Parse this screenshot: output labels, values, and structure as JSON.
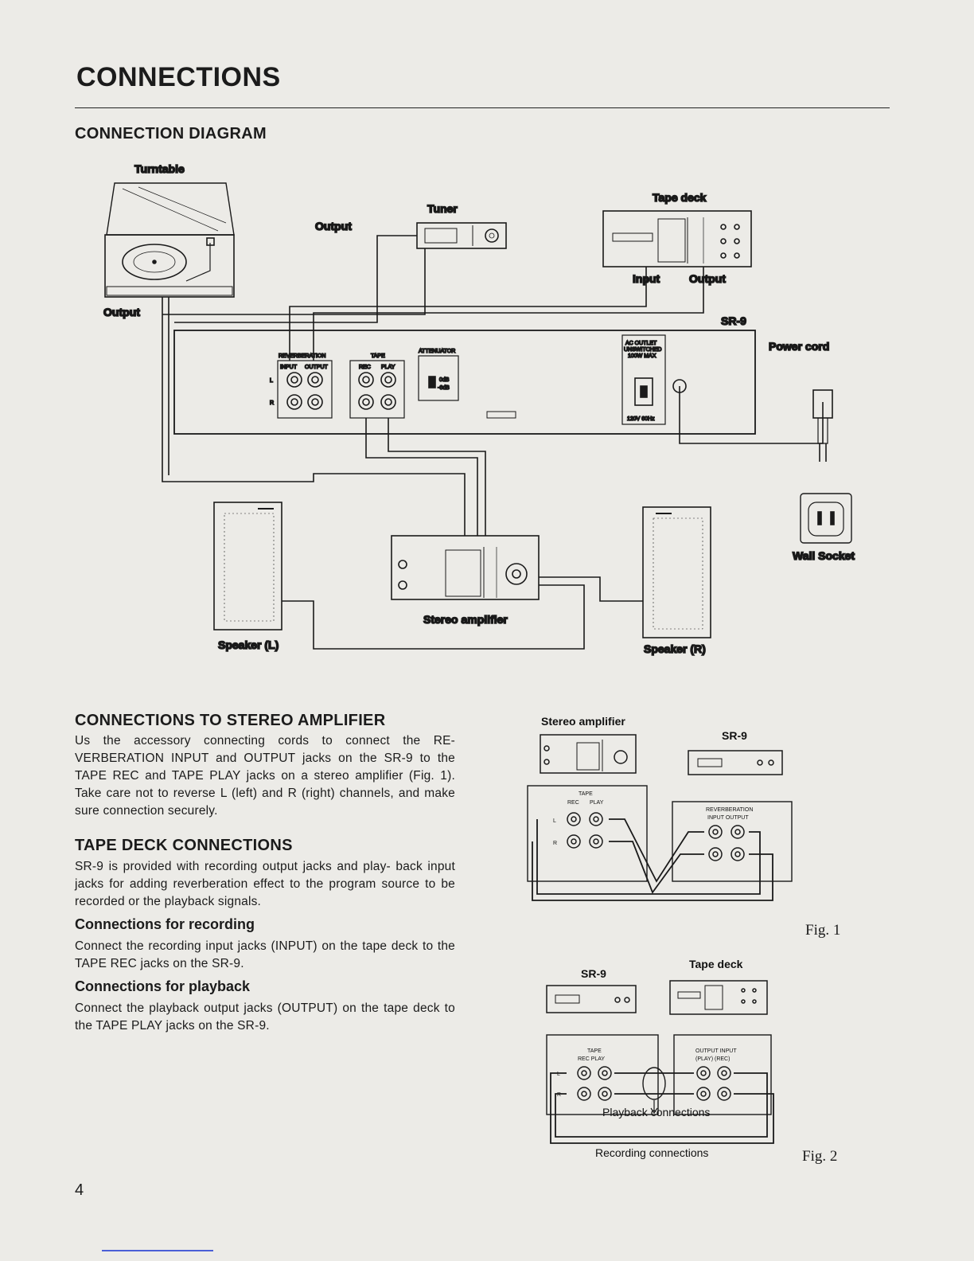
{
  "page": {
    "title": "CONNECTIONS",
    "page_number": "4"
  },
  "diagram": {
    "heading": "CONNECTION DIAGRAM",
    "labels": {
      "turntable": "Turntable",
      "turntable_output": "Output",
      "tuner": "Tuner",
      "tuner_output": "Output",
      "tape_deck": "Tape deck",
      "tape_input": "Input",
      "tape_output": "Output",
      "sr9": "SR-9",
      "power_cord": "Power cord",
      "wall_socket": "Wall Socket",
      "stereo_amplifier": "Stereo amplifier",
      "speaker_left": "Speaker (L)",
      "speaker_right": "Speaker (R)"
    },
    "panel": {
      "reverberation": "REVERBERATION",
      "input": "INPUT",
      "output": "OUTPUT",
      "tape": "TAPE",
      "rec": "REC",
      "play": "PLAY",
      "attenuator": "ATTENUATOR",
      "att_0db": "0dB",
      "att_6db": "-6dB",
      "ac_outlet_1": "AC OUTLET",
      "ac_outlet_2": "UNSWITCHED",
      "ac_outlet_3": "100W MAX",
      "voltage": "120V 60Hz",
      "l": "L",
      "r": "R"
    }
  },
  "stereo_amp_section": {
    "heading": "CONNECTIONS TO STEREO AMPLIFIER",
    "lines": [
      "Us the accessory connecting cords to connect the RE-",
      "VERBERATION INPUT and OUTPUT jacks on the",
      "SR-9 to the TAPE REC and TAPE PLAY jacks on a stereo",
      "amplifier (Fig. 1). Take care not to reverse L (left) and R",
      "(right) channels, and make sure connection securely."
    ]
  },
  "tape_deck_section": {
    "heading": "TAPE DECK CONNECTIONS",
    "lines": [
      "SR-9 is provided with recording output jacks and play-",
      "back input jacks for adding reverberation effect to the",
      "program source to be recorded or the playback signals."
    ],
    "recording": {
      "heading": "Connections for recording",
      "lines": [
        "Connect the recording input jacks (INPUT) on the tape",
        "deck to the TAPE REC jacks on the SR-9."
      ]
    },
    "playback": {
      "heading": "Connections for playback",
      "lines": [
        "Connect the playback output jacks (OUTPUT) on the tape",
        "deck to the TAPE PLAY jacks on the SR-9."
      ]
    }
  },
  "fig1": {
    "label": "Fig. 1",
    "stereo_amplifier": "Stereo amplifier",
    "sr9": "SR-9",
    "tape": "TAPE",
    "rec": "REC",
    "play": "PLAY",
    "reverberation": "REVERBERATION",
    "input_output": "INPUT OUTPUT",
    "l": "L",
    "r": "R"
  },
  "fig2": {
    "label": "Fig. 2",
    "sr9": "SR-9",
    "tape_deck": "Tape deck",
    "tape": "TAPE",
    "rec_play": "REC  PLAY",
    "output_input": "OUTPUT INPUT",
    "play_rec": "(PLAY)  (REC)",
    "playback_connections": "Playback connections",
    "recording_connections": "Recording connections",
    "l": "L",
    "r": "R"
  }
}
